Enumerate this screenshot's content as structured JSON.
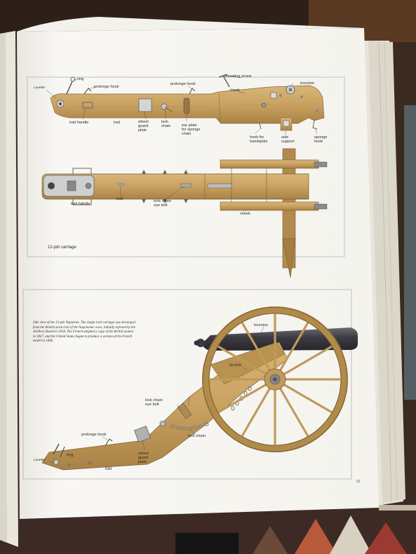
{
  "upper_diagram": {
    "title": "12-pdr carriage",
    "side_labels": [
      {
        "id": "lunette",
        "text": "Lunette"
      },
      {
        "id": "ring",
        "text": "ring"
      },
      {
        "id": "prolonge-hook-1",
        "text": "prolonge hook"
      },
      {
        "id": "prolonge-hook-2",
        "text": "prolonge hook"
      },
      {
        "id": "elevating-screw",
        "text": "elevating screw"
      },
      {
        "id": "trunnion",
        "text": "trunnion"
      },
      {
        "id": "cheek",
        "text": "cheek"
      },
      {
        "id": "trail-handle",
        "text": "trail handle"
      },
      {
        "id": "trail",
        "text": "trail"
      },
      {
        "id": "wheel-guard-plate",
        "text": "wheel\nguard\nplate"
      },
      {
        "id": "lock-chain",
        "text": "lock\nchain"
      },
      {
        "id": "ear-plate",
        "text": "ear plate\nfor sponge\nchain"
      },
      {
        "id": "hook-for-handspike",
        "text": "hook for\nhandspike"
      },
      {
        "id": "axle-support",
        "text": "axle\nsupport"
      },
      {
        "id": "sponge-hook",
        "text": "sponge\nhook"
      }
    ],
    "top_labels": [
      {
        "id": "trail-handle-top",
        "text": "trail handle"
      },
      {
        "id": "trail-top",
        "text": "trail"
      },
      {
        "id": "lock-chain-eye-bolt",
        "text": "lock chain\neye bolt"
      },
      {
        "id": "cheek-top",
        "text": "cheek"
      }
    ]
  },
  "lower_diagram": {
    "caption": "Side view of the 12-pdr Napoleon. The single trail carriage was developed from the British stock trail of the Napoleonic wars, initially rejected by the Artillery Board in 1818. The French adopted a copy of the British system in 1827, and the United States began to produce a version of the French model in 1836.",
    "labels": [
      {
        "id": "trunnion",
        "text": "trunnion"
      },
      {
        "id": "lip-lock",
        "text": "lip lock"
      },
      {
        "id": "lock-chain-eye-bolt",
        "text": "lock chain\neye bolt"
      },
      {
        "id": "lock-chain",
        "text": "lock chain"
      },
      {
        "id": "prolonge-hook",
        "text": "prolonge hook"
      },
      {
        "id": "ring",
        "text": "ring"
      },
      {
        "id": "lunette",
        "text": "Lunette"
      },
      {
        "id": "trail",
        "text": "trail"
      },
      {
        "id": "wheel-guard-plate",
        "text": "wheel\nguard\nplate"
      }
    ]
  },
  "page_number": "91",
  "colors": {
    "wood": "#c9a262",
    "wood_dark": "#9c7540",
    "page": "#f7f6f2",
    "iron": "#4d4d52",
    "background": "#3a2a22"
  }
}
